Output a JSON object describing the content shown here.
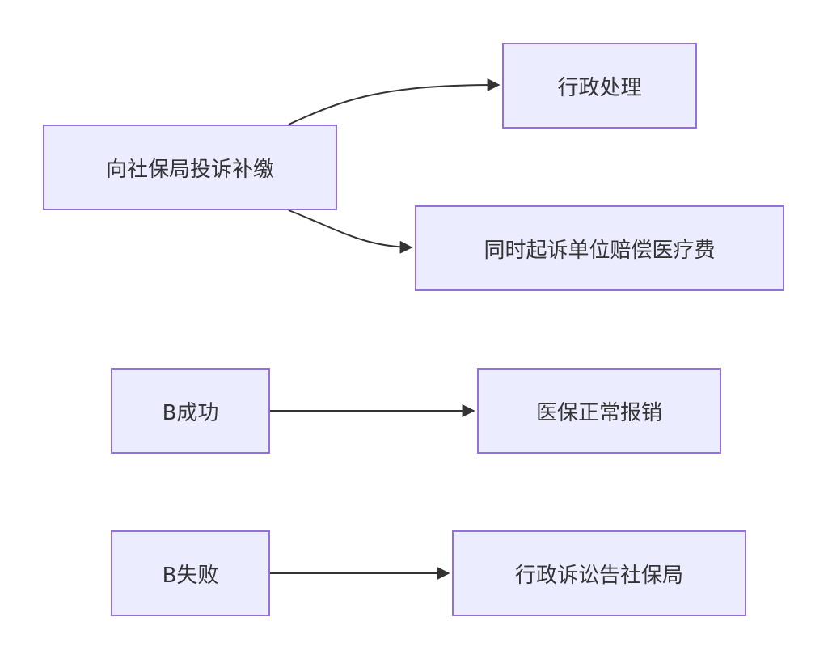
{
  "diagram": {
    "nodes": {
      "complaint": "向社保局投诉补缴",
      "admin": "行政处理",
      "sue": "同时起诉单位赔偿医疗费",
      "b_success": "B成功",
      "reimburse": "医保正常报销",
      "b_fail": "B失败",
      "lawsuit": "行政诉讼告社保局"
    },
    "edges": [
      {
        "from": "complaint",
        "to": "admin"
      },
      {
        "from": "complaint",
        "to": "sue"
      },
      {
        "from": "b_success",
        "to": "reimburse"
      },
      {
        "from": "b_fail",
        "to": "lawsuit"
      }
    ],
    "colors": {
      "node_fill": "#ececff",
      "node_border": "#9370db",
      "edge": "#333333",
      "text": "#333333"
    }
  }
}
